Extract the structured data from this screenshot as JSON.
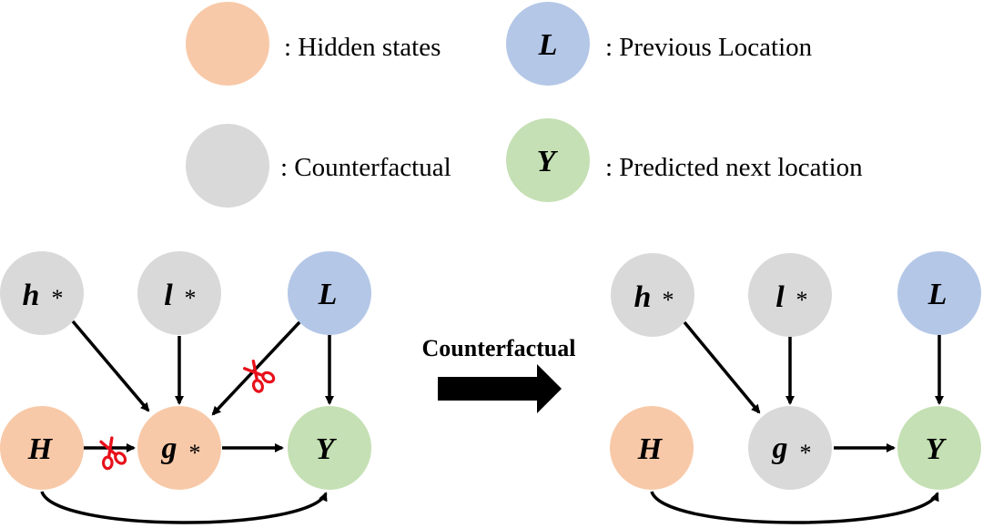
{
  "colors": {
    "hidden": "#F8C9A8",
    "previous": "#B4C7E7",
    "counterfactual": "#D9D9D9",
    "predicted": "#C5E0B4",
    "scissors": "#E8101A",
    "edge": "#000000"
  },
  "legend": {
    "hidden_label": ": Hidden states",
    "previous_label": ": Previous Location",
    "previous_symbol": "L",
    "counterfactual_label": ": Counterfactual",
    "predicted_label": ": Predicted next location",
    "predicted_symbol": "Y"
  },
  "transition": {
    "label": "Counterfactual",
    "icon": "right-arrow-icon"
  },
  "left_graph": {
    "h_star": "h",
    "l_star": "l",
    "L": "L",
    "H": "H",
    "g_star": "g",
    "Y": "Y",
    "star": "*",
    "cut_icon": "scissors-icon"
  },
  "right_graph": {
    "h_star": "h",
    "l_star": "l",
    "L": "L",
    "H": "H",
    "g_star": "g",
    "Y": "Y",
    "star": "*"
  }
}
